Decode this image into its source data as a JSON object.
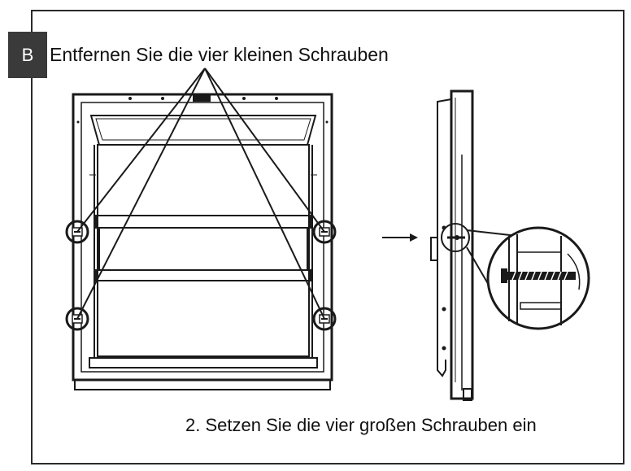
{
  "step": {
    "label": "B"
  },
  "instructions": {
    "remove": "Entfernen Sie die vier kleinen Schrauben",
    "insert": "2. Setzen Sie die vier großen Schrauben ein"
  },
  "colors": {
    "line": "#1a1a1a",
    "badge": "#3a3a3a",
    "background": "#ffffff"
  }
}
